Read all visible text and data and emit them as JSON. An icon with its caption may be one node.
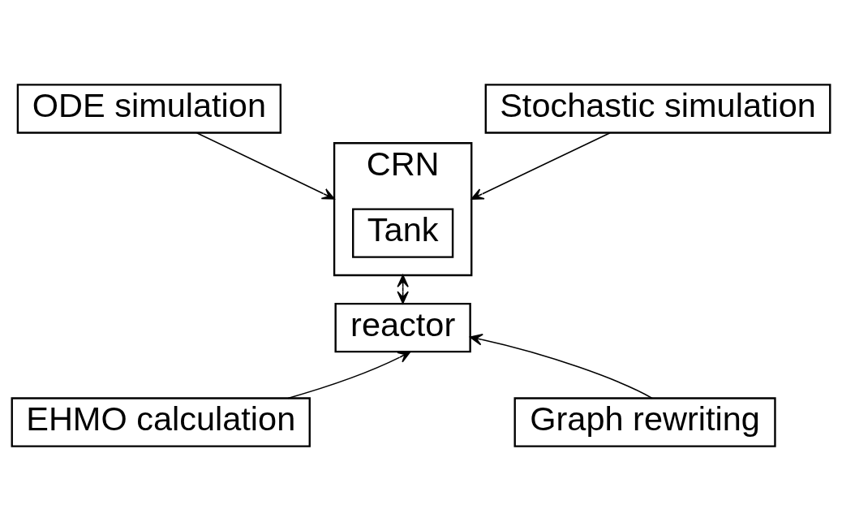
{
  "diagram": {
    "nodes": [
      {
        "text": [
          "ODE simulation"
        ]
      },
      {
        "text": [
          "Stochastic simulation"
        ]
      },
      {
        "text": [
          "CRN"
        ]
      },
      {
        "text": [
          "Tank"
        ],
        "in": 2
      },
      {
        "text": [
          "reactor"
        ]
      },
      {
        "text": [
          "EHMO calculation"
        ]
      },
      {
        "text": [
          "Graph rewriting"
        ]
      }
    ],
    "edges": [
      {
        "from": 0,
        "to": 2,
        "arrow": "to"
      },
      {
        "from": 1,
        "to": 2,
        "arrow": "to"
      },
      {
        "from": 2,
        "to": 4,
        "arrow": "both"
      },
      {
        "from": 5,
        "to": 4,
        "arrow": "to"
      },
      {
        "from": 6,
        "to": 4,
        "arrow": "to"
      }
    ]
  }
}
